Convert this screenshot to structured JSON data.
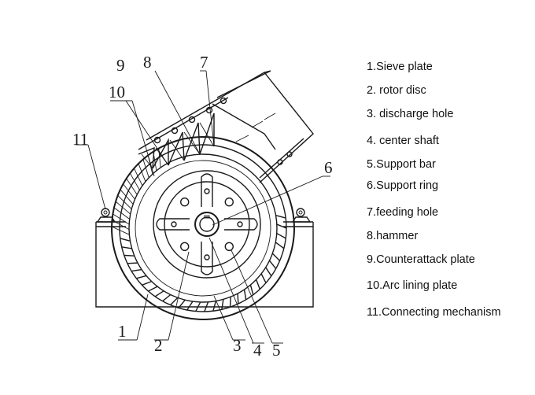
{
  "legend": [
    "1.Sieve plate",
    "2. rotor disc",
    "3. discharge hole",
    "4. center shaft",
    "5.Support bar",
    "6.Support ring",
    "7.feeding hole",
    "8.hammer",
    "9.Counterattack plate",
    "10.Arc lining plate",
    "11.Connecting mechanism"
  ],
  "callouts": [
    "1",
    "2",
    "3",
    "4",
    "5",
    "6",
    "7",
    "8",
    "9",
    "10",
    "11"
  ]
}
